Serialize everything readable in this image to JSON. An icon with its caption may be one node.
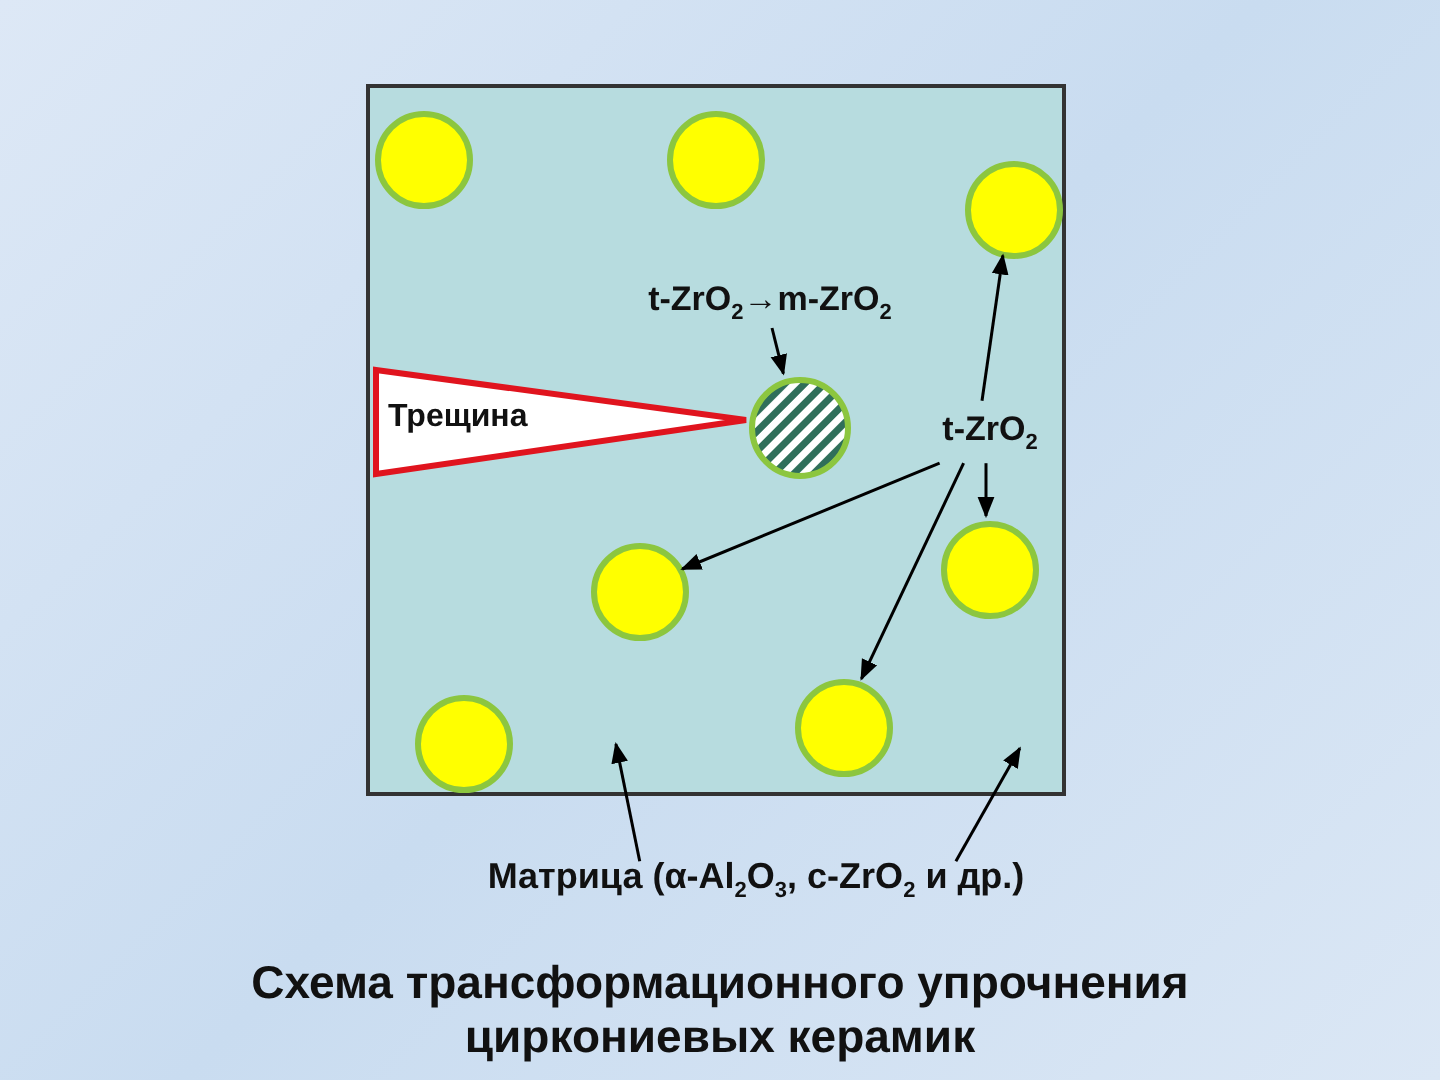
{
  "diagram": {
    "caption": "Схема трансформационного упрочнения циркониевых керамик",
    "nodes": [
      {
        "text": [],
        "shape": "box"
      },
      {
        "text": [],
        "shape": "circle",
        "in": 0
      },
      {
        "text": [],
        "shape": "circle",
        "in": 0
      },
      {
        "text": [],
        "shape": "circle",
        "in": 0
      },
      {
        "text": [
          "t-ZrO$_{2}$→m-ZrO$_{2}$"
        ],
        "in": 0
      },
      {
        "text": [
          "Трещина"
        ],
        "in": 0
      },
      {
        "text": [],
        "shape": "circle",
        "in": 0
      },
      {
        "text": [
          "t-ZrO$_{2}$"
        ],
        "in": 0
      },
      {
        "text": [],
        "shape": "circle",
        "in": 0
      },
      {
        "text": [],
        "shape": "circle",
        "in": 0
      },
      {
        "text": [],
        "shape": "circle",
        "in": 0
      },
      {
        "text": [],
        "shape": "circle",
        "in": 0
      },
      {
        "text": [
          "Матрица (α-Al$_{2}$O$_{3}$, c-ZrO$_{2}$ и др.)"
        ]
      }
    ],
    "edges": [
      {
        "from": 4,
        "to": 6,
        "arrow": "to"
      },
      {
        "from": 7,
        "to": 3,
        "arrow": "to"
      },
      {
        "from": 7,
        "to": 9,
        "arrow": "to"
      },
      {
        "from": 7,
        "to": 11,
        "arrow": "to"
      },
      {
        "from": 7,
        "to": 8,
        "arrow": "to"
      },
      {
        "from": 12,
        "to": 0,
        "arrow": "to"
      },
      {
        "from": 12,
        "to": 0,
        "arrow": "to"
      }
    ]
  }
}
